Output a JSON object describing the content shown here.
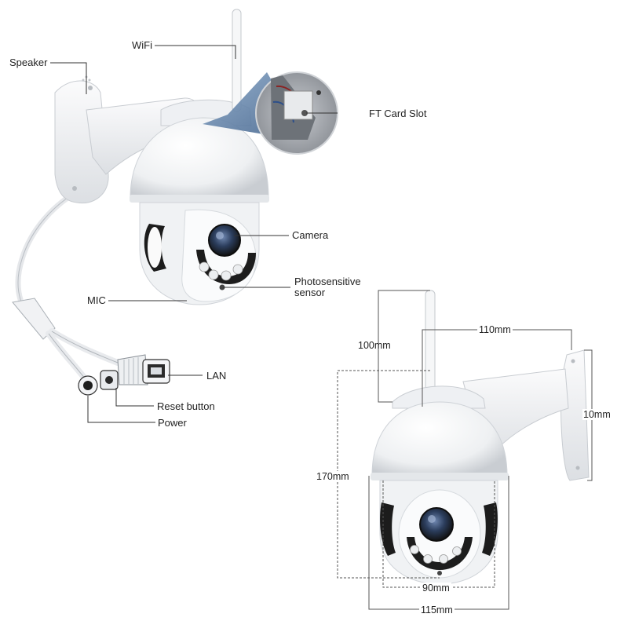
{
  "callouts": {
    "wifi": "WiFi",
    "speaker": "Speaker",
    "ft_card_slot": "FT Card Slot",
    "camera": "Camera",
    "photosensitive_line1": "Photosensitive",
    "photosensitive_line2": "sensor",
    "mic": "MIC",
    "lan": "LAN",
    "reset_button": "Reset button",
    "power": "Power"
  },
  "dimensions": {
    "antenna_height": "100mm",
    "bracket_length": "110mm",
    "bracket_height": "10mm",
    "total_height": "170mm",
    "inner_width": "90mm",
    "outer_width": "115mm"
  },
  "colors": {
    "body": "#f4f5f7",
    "shadow": "#d9dde2",
    "dark": "#1c1c1c",
    "lens_blue": "#3d5d8c",
    "leader": "#333333",
    "dim_line": "#555555",
    "highlight": "#4aa3df"
  }
}
